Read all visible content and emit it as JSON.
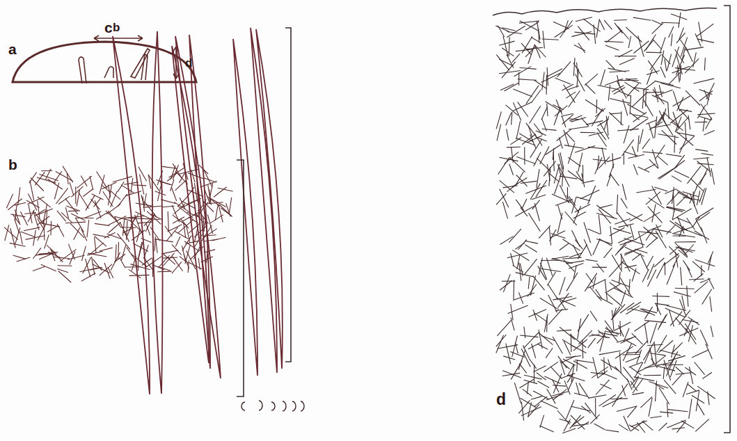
{
  "diagram": {
    "labels": [
      "a",
      "b",
      "d",
      "c",
      "b",
      "d"
    ]
  }
}
